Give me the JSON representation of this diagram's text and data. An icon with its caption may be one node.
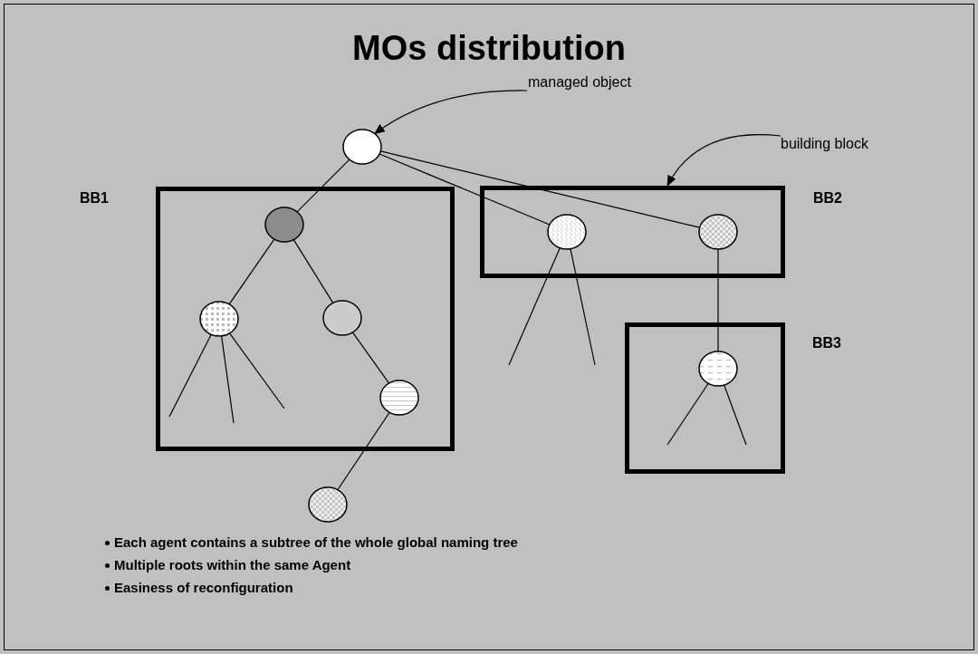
{
  "diagram": {
    "title": "MOs distribution",
    "nodes": [
      {
        "text": [
          "managed object"
        ]
      },
      {
        "text": [],
        "shape": "circle"
      },
      {
        "text": [
          "building block"
        ]
      },
      {
        "text": [
          "BB1"
        ]
      },
      {
        "text": [],
        "shape": "circle",
        "in": 3
      },
      {
        "text": [],
        "shape": "circle",
        "in": 3
      },
      {
        "text": [],
        "shape": "circle",
        "in": 3
      },
      {
        "text": [],
        "shape": "circle",
        "in": 3
      },
      {
        "text": [
          "BB2"
        ]
      },
      {
        "text": [],
        "shape": "circle",
        "in": 8
      },
      {
        "text": [],
        "shape": "circle",
        "in": 8
      },
      {
        "text": [
          "BB3"
        ]
      },
      {
        "text": [],
        "shape": "circle",
        "in": 11
      },
      {
        "text": [],
        "shape": "circle"
      }
    ],
    "edges": [
      {
        "from": 0,
        "to": 1,
        "arrow": "to"
      },
      {
        "from": 2,
        "to": 8,
        "arrow": "to"
      },
      {
        "from": 1,
        "to": 4,
        "arrow": "none"
      },
      {
        "from": 1,
        "to": 9,
        "arrow": "none"
      },
      {
        "from": 1,
        "to": 10,
        "arrow": "none"
      },
      {
        "from": 4,
        "to": 5,
        "arrow": "none"
      },
      {
        "from": 4,
        "to": 6,
        "arrow": "none"
      },
      {
        "from": 6,
        "to": 7,
        "arrow": "none"
      },
      {
        "from": 7,
        "to": 13,
        "arrow": "none"
      },
      {
        "from": 10,
        "to": 12,
        "arrow": "none"
      },
      {
        "from": 5,
        "to": null,
        "arrow": "none"
      },
      {
        "from": 5,
        "to": null,
        "arrow": "none"
      },
      {
        "from": 5,
        "to": null,
        "arrow": "none"
      },
      {
        "from": 9,
        "to": null,
        "arrow": "none"
      },
      {
        "from": 9,
        "to": null,
        "arrow": "none"
      },
      {
        "from": 12,
        "to": null,
        "arrow": "none"
      },
      {
        "from": 12,
        "to": null,
        "arrow": "none"
      }
    ],
    "labels": [
      "Each agent contains a subtree of the whole global naming tree",
      "Multiple roots within the same Agent",
      "Easiness of reconfiguration"
    ]
  }
}
